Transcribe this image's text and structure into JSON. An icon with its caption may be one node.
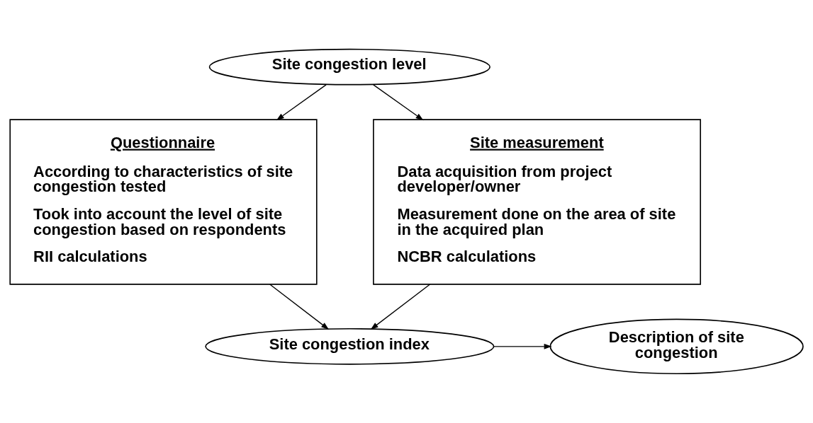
{
  "diagram": {
    "nodes": [
      {
        "text": [
          "Site congestion level"
        ]
      },
      {
        "text": [
          "Questionnaire",
          "According to characteristics of site congestion tested",
          "Took into account the level of site congestion based on respondents",
          "RII calculations"
        ]
      },
      {
        "text": [
          "Site measurement",
          "Data acquisition from project developer/owner",
          "Measurement done on the area of site in the acquired plan",
          "NCBR calculations"
        ]
      },
      {
        "text": [
          "Site congestion index"
        ]
      },
      {
        "text": [
          "Description of site congestion"
        ]
      }
    ],
    "edges": [
      {
        "from": 0,
        "to": 1,
        "arrow": "to"
      },
      {
        "from": 0,
        "to": 2,
        "arrow": "to"
      },
      {
        "from": 1,
        "to": 3,
        "arrow": "to"
      },
      {
        "from": 2,
        "to": 3,
        "arrow": "to"
      },
      {
        "from": 3,
        "to": 4,
        "arrow": "to"
      }
    ]
  }
}
